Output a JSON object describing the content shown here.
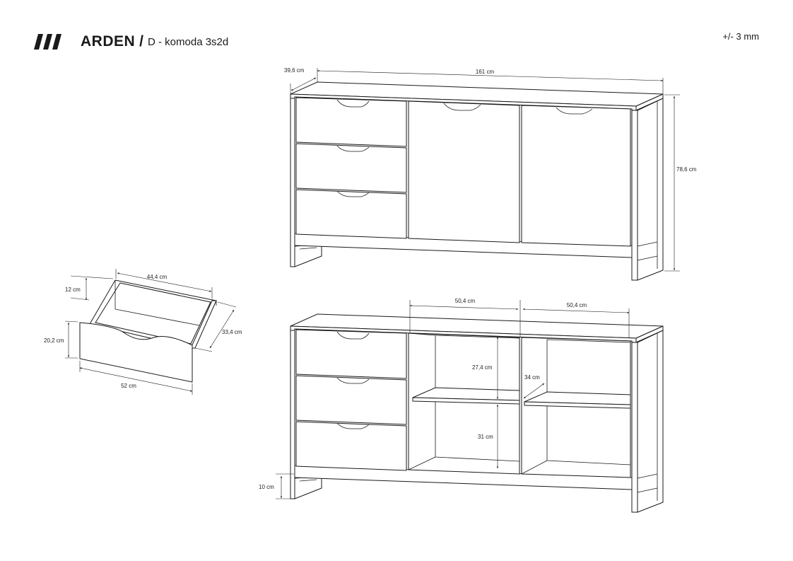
{
  "header": {
    "brand": "ARDEN",
    "separator": "/",
    "model": "D - komoda 3s2d",
    "tolerance": "+/- 3 mm"
  },
  "dimensions": {
    "depth": "39,6 cm",
    "width": "161 cm",
    "height": "78,6 cm",
    "drawer_inner_width": "44,4 cm",
    "drawer_inner_height": "12 cm",
    "drawer_front_height": "20,2 cm",
    "drawer_depth": "33,4 cm",
    "drawer_width": "52 cm",
    "compartment_width_left": "50,4 cm",
    "compartment_width_right": "50,4 cm",
    "upper_space": "27,4 cm",
    "lower_space": "31 cm",
    "shelf_depth": "34 cm",
    "leg_height": "10 cm"
  }
}
